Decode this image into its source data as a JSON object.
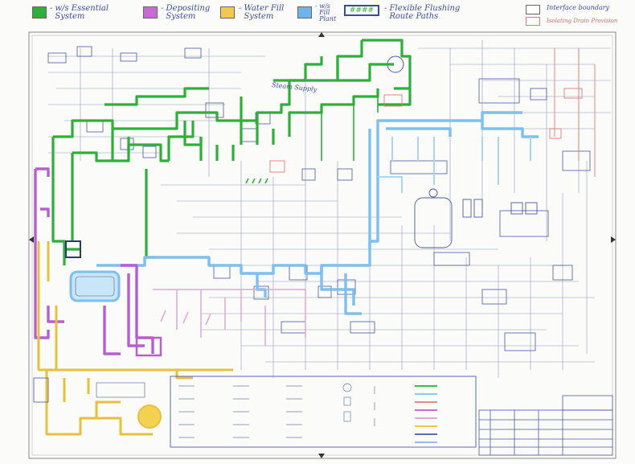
{
  "legend": {
    "items": [
      {
        "label": "- w/s Essential\n  System",
        "color": "#2fae3c"
      },
      {
        "label": "- Depositing\n  System",
        "color": "#c46bd4"
      },
      {
        "label": "- Water Fill\n  System",
        "color": "#f2c94c"
      },
      {
        "label": "- w/s\n  Fill\n  Plant",
        "color": "#6fb3e8"
      },
      {
        "label": "- Flexible Flushing\n  Route Paths",
        "color": "#2fae3c"
      },
      {
        "label": "Interface boundary",
        "color": "#ffffff"
      },
      {
        "label": "Isolating Drain Provision",
        "color": "#e07a7a"
      }
    ]
  },
  "labels": {
    "steam_supply": "Steam Supply"
  },
  "colors": {
    "green": "#2fae3c",
    "purple": "#b55fd0",
    "yellow": "#e8c13a",
    "blue": "#7ec0ec",
    "pink": "#e7a3cf",
    "ink": "#3f4f8f"
  }
}
